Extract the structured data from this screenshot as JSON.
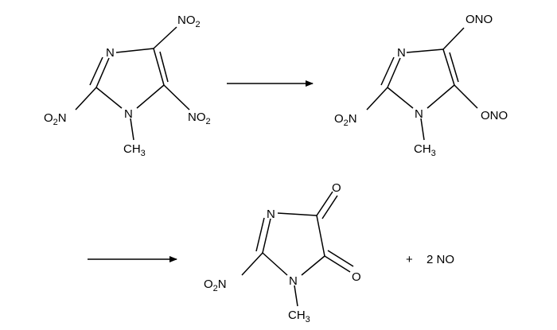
{
  "scheme": {
    "reactant": {
      "ring_n": "N",
      "n_methyl": "N",
      "methyl": {
        "main": "CH",
        "sub": "3"
      },
      "top_nitro": {
        "main": "NO",
        "sub": "2"
      },
      "right_nitro": {
        "main": "NO",
        "sub": "2"
      },
      "left_nitro": {
        "pre": "O",
        "sub": "2",
        "post": "N"
      }
    },
    "intermediate": {
      "ring_n": "N",
      "n_methyl": "N",
      "methyl": {
        "main": "CH",
        "sub": "3"
      },
      "top_nitrite": "ONO",
      "right_nitrite": "ONO",
      "left_nitro": {
        "pre": "O",
        "sub": "2",
        "post": "N"
      }
    },
    "product": {
      "ring_n": "N",
      "n_methyl": "N",
      "methyl": {
        "main": "CH",
        "sub": "3"
      },
      "carbonyl_top": "O",
      "carbonyl_right": "O",
      "left_nitro": {
        "pre": "O",
        "sub": "2",
        "post": "N"
      }
    },
    "plus_sign": "+",
    "byproduct": "2 NO"
  }
}
